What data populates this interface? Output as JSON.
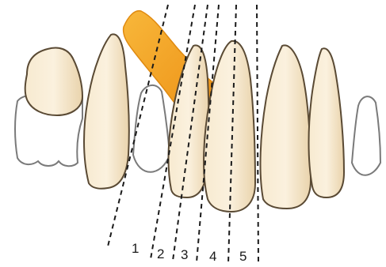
{
  "figure": {
    "line_labels": [
      "1",
      "2",
      "3",
      "4",
      "5"
    ]
  },
  "colors": {
    "tooth_fill": "#f4e4c4",
    "tooth_outline": "#5a4a34",
    "tooth_back_fill": "#ffffff",
    "tooth_back_outline": "#7a7a7a",
    "orange_tooth": "#f5a623",
    "orange_tooth_dark": "#e08a10",
    "guide_line": "#1a1a1a"
  }
}
